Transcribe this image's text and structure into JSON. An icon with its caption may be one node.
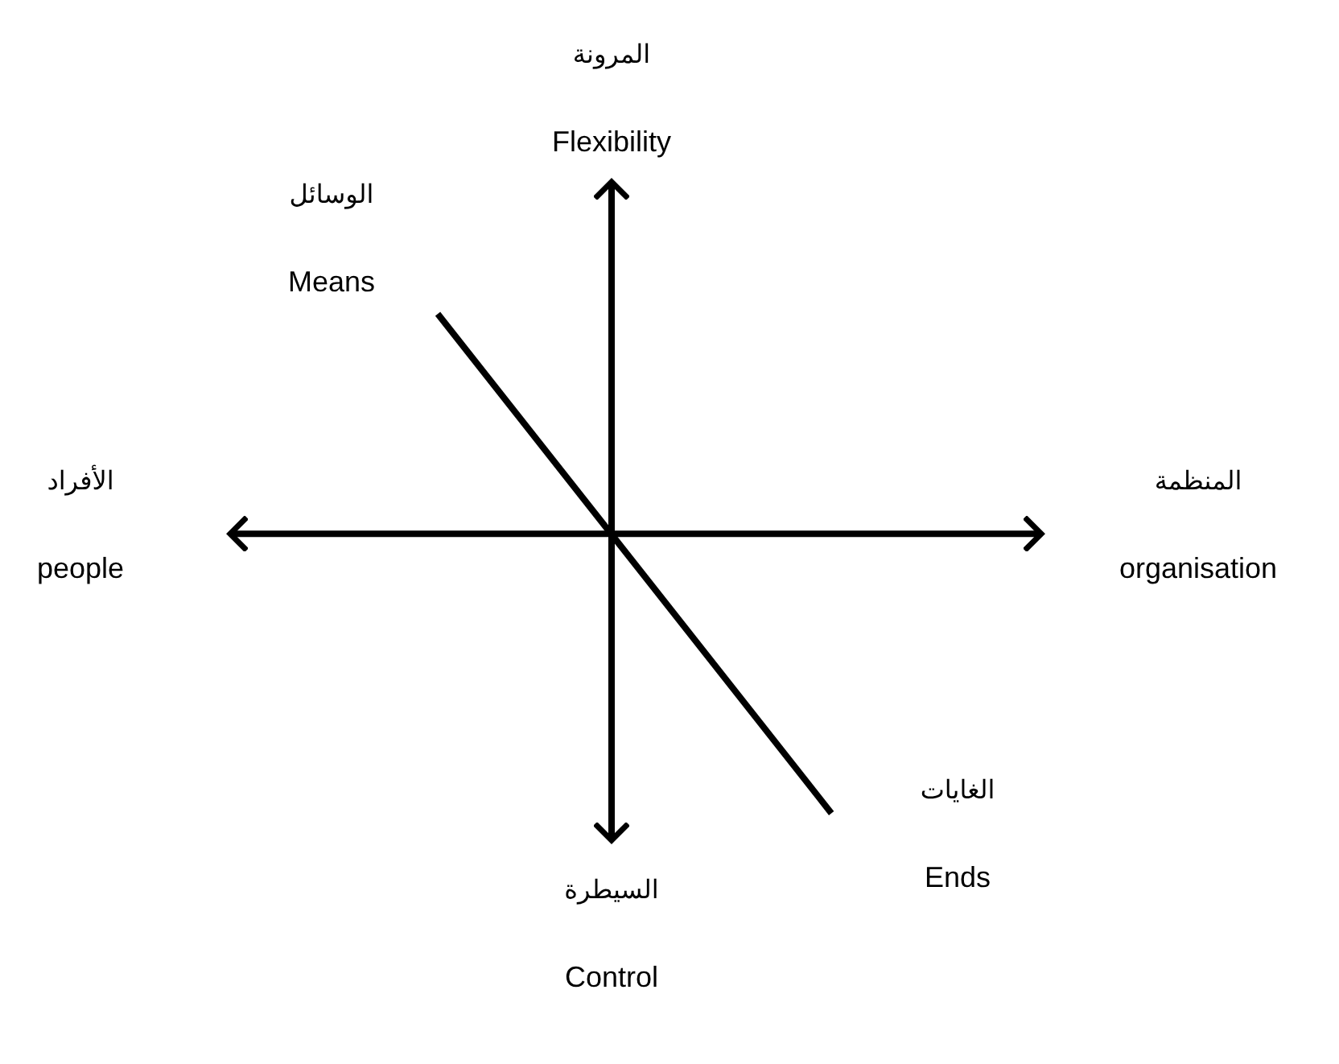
{
  "diagram": {
    "nodes": [
      {
        "text": [
          "المرونة",
          "Flexibility"
        ]
      },
      {
        "text": [
          "الوسائل",
          "Means"
        ]
      },
      {
        "text": [
          "الأفراد",
          "people"
        ]
      },
      {
        "text": [
          "المنظمة",
          "organisation"
        ]
      },
      {
        "text": [
          "الغايات",
          "Ends"
        ]
      },
      {
        "text": [
          "السيطرة",
          "Control"
        ]
      }
    ],
    "edges": [
      {
        "from": 0,
        "to": 5,
        "arrow": "both"
      },
      {
        "from": 2,
        "to": 3,
        "arrow": "both"
      },
      {
        "from": 1,
        "to": 4,
        "arrow": "none"
      }
    ]
  }
}
